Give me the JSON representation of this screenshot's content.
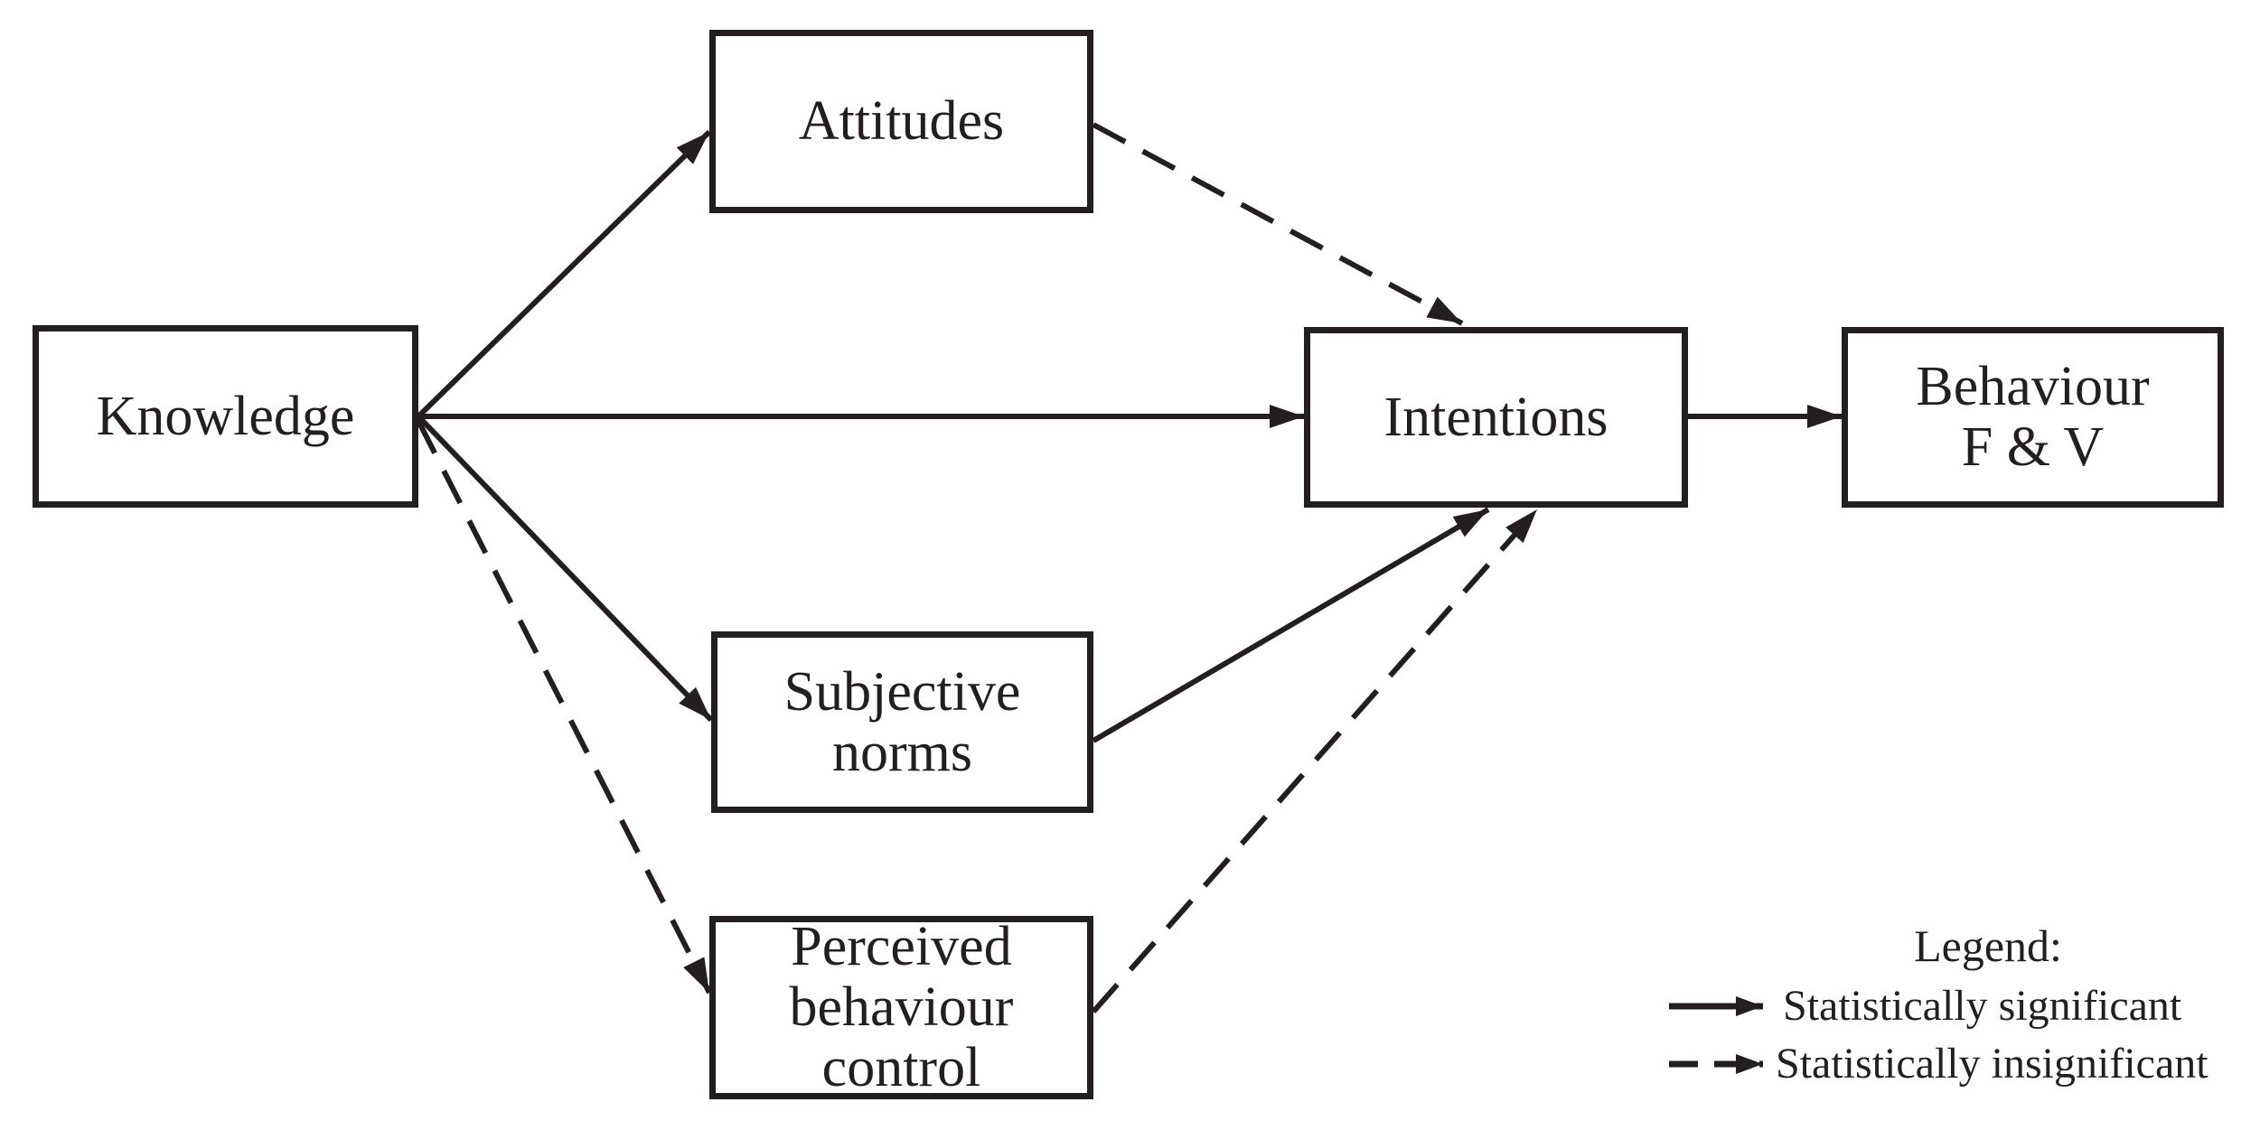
{
  "diagram": {
    "nodes": {
      "knowledge": "Knowledge",
      "attitudes": "Attitudes",
      "subjective_norms": "Subjective\nnorms",
      "perceived_behaviour_control": "Perceived\nbehaviour\ncontrol",
      "intentions": "Intentions",
      "behaviour": "Behaviour\nF & V"
    },
    "edges": [
      {
        "from": "knowledge",
        "to": "attitudes",
        "style": "solid",
        "meaning": "statistically significant"
      },
      {
        "from": "knowledge",
        "to": "intentions",
        "style": "solid",
        "meaning": "statistically significant"
      },
      {
        "from": "knowledge",
        "to": "subjective_norms",
        "style": "solid",
        "meaning": "statistically significant"
      },
      {
        "from": "knowledge",
        "to": "perceived_behaviour_control",
        "style": "dashed",
        "meaning": "statistically insignificant"
      },
      {
        "from": "attitudes",
        "to": "intentions",
        "style": "dashed",
        "meaning": "statistically insignificant"
      },
      {
        "from": "subjective_norms",
        "to": "intentions",
        "style": "solid",
        "meaning": "statistically significant"
      },
      {
        "from": "perceived_behaviour_control",
        "to": "intentions",
        "style": "dashed",
        "meaning": "statistically insignificant"
      },
      {
        "from": "intentions",
        "to": "behaviour",
        "style": "solid",
        "meaning": "statistically significant"
      }
    ],
    "legend": {
      "title": "Legend:",
      "items": [
        {
          "style": "solid",
          "label": "Statistically significant"
        },
        {
          "style": "dashed",
          "label": "Statistically insignificant"
        }
      ]
    },
    "colors": {
      "ink": "#231f20",
      "background": "#ffffff"
    }
  }
}
